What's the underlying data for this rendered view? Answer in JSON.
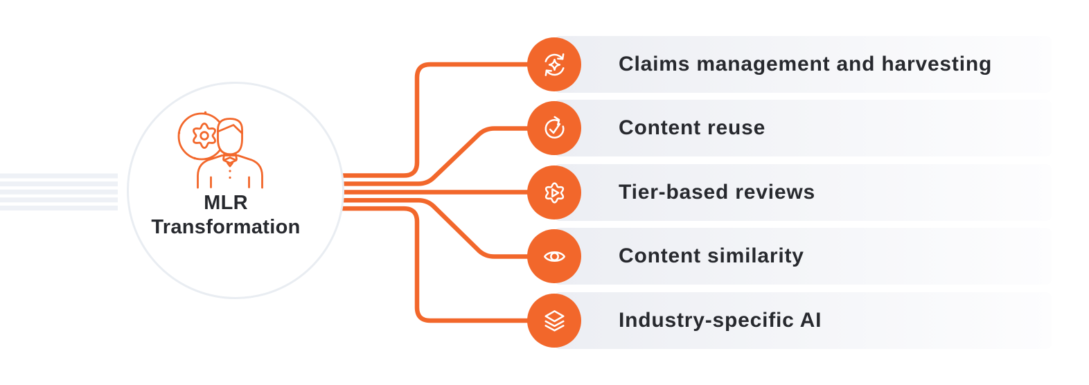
{
  "diagram": {
    "hub": {
      "title_line1": "MLR",
      "title_line2": "Transformation",
      "icon": "person-gear-icon"
    },
    "items": [
      {
        "icon": "sync-sparkle-icon",
        "label": "Claims management and harvesting"
      },
      {
        "icon": "timer-check-icon",
        "label": "Content reuse"
      },
      {
        "icon": "gear-play-icon",
        "label": "Tier-based reviews"
      },
      {
        "icon": "eye-icon",
        "label": "Content similarity"
      },
      {
        "icon": "layers-icon",
        "label": "Industry-specific AI"
      }
    ],
    "colors": {
      "accent": "#F2672B",
      "text": "#27292E",
      "bar_gradient_start": "#ECEEF3",
      "bar_gradient_end": "#FDFDFE",
      "hub_border": "#E9EDF2",
      "left_lines": "#EEF1F6"
    }
  }
}
